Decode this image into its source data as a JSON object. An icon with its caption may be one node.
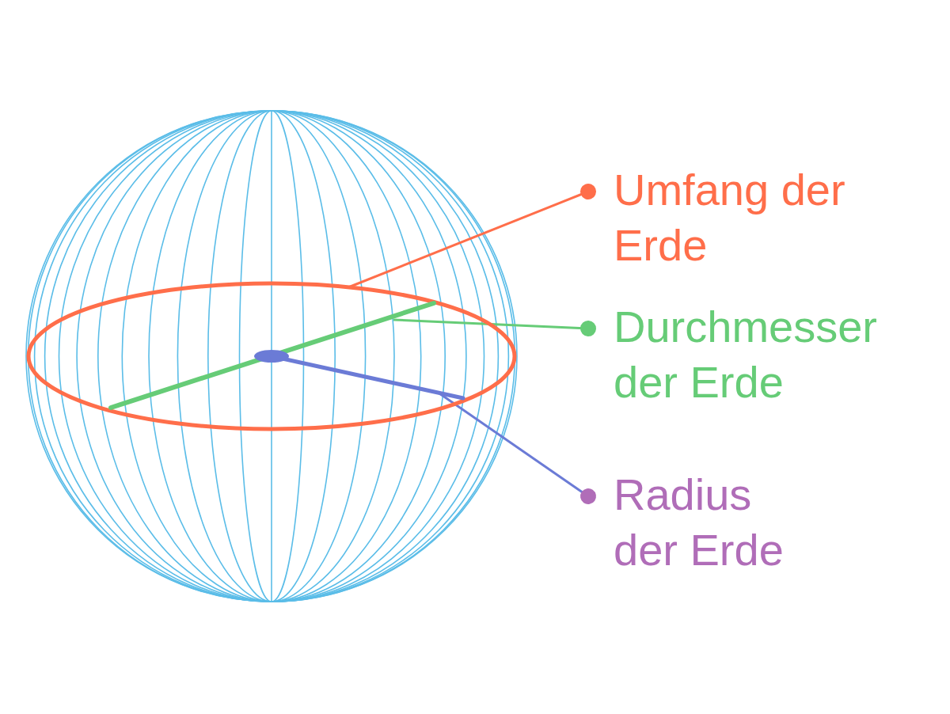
{
  "diagram": {
    "nodes": [
      {
        "text": [
          "Umfang der Erde"
        ]
      },
      {
        "text": [],
        "shape": "ellipse"
      },
      {
        "text": [
          "Durchmesser der Erde"
        ]
      },
      {
        "text": [],
        "shape": "line",
        "in": 1
      },
      {
        "text": [
          "Radius der Erde"
        ]
      },
      {
        "text": [],
        "shape": "line",
        "in": 1
      }
    ],
    "edges": [
      {
        "from": 0,
        "to": 1,
        "arrow": "other",
        "color": "#ff6e4a"
      },
      {
        "from": 2,
        "to": 3,
        "arrow": "other",
        "color": "#66cc77"
      },
      {
        "from": 4,
        "to": 5,
        "arrow": "other",
        "color": "#6b7bd6"
      }
    ]
  }
}
